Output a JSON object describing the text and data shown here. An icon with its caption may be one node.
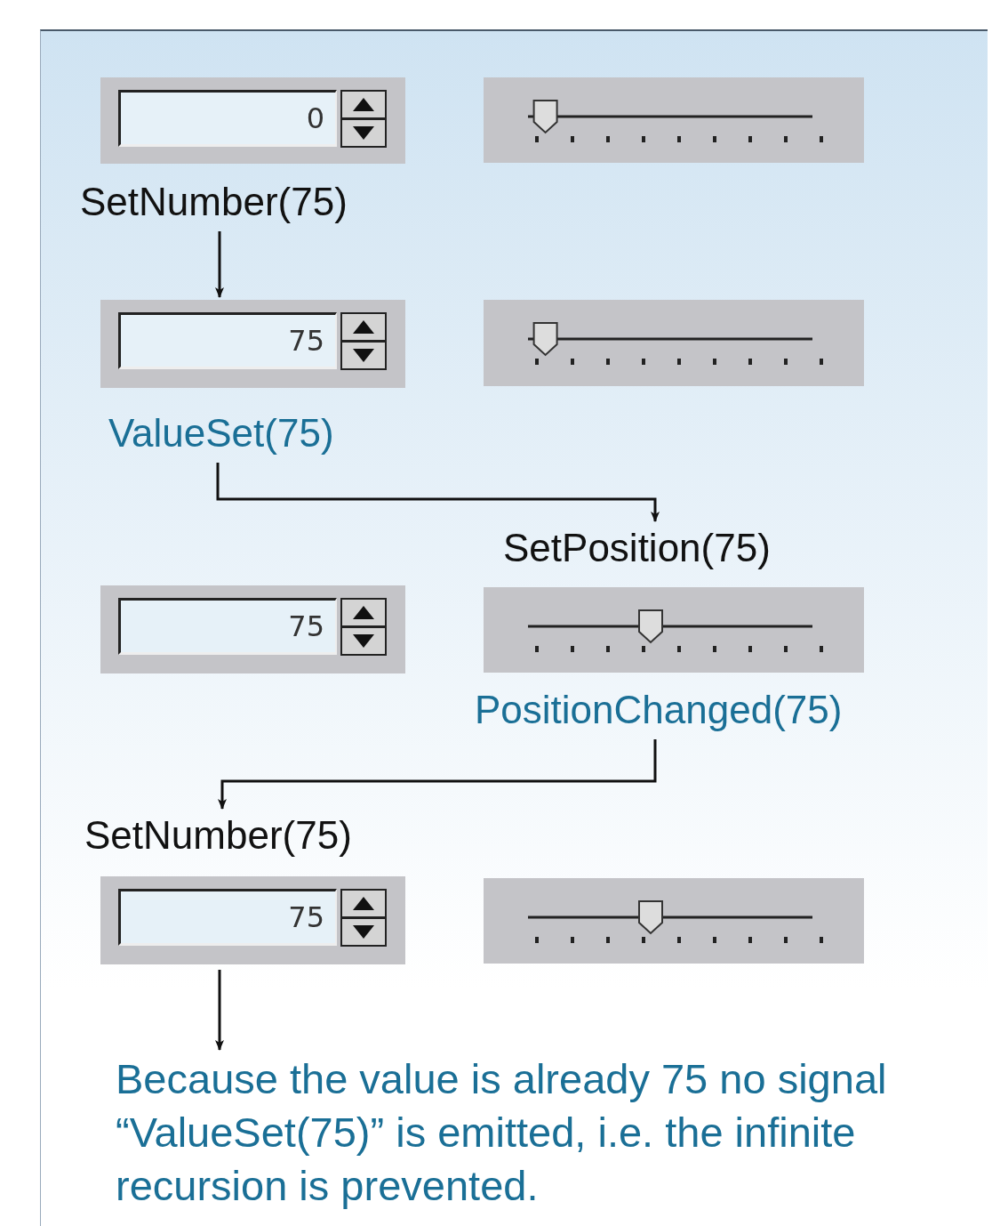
{
  "diagram": {
    "nodes": [
      {
        "text": [
          "0"
        ]
      },
      {
        "text": [],
        "shape": "box"
      },
      {
        "text": [
          "SetNumber(75)"
        ]
      },
      {
        "text": [
          "75"
        ]
      },
      {
        "text": [],
        "shape": "box"
      },
      {
        "text": [
          "ValueSet(75)"
        ]
      },
      {
        "text": [
          "SetPosition(75)"
        ]
      },
      {
        "text": [
          "75"
        ]
      },
      {
        "text": [],
        "shape": "box"
      },
      {
        "text": [
          "PositionChanged(75)"
        ]
      },
      {
        "text": [
          "SetNumber(75)"
        ]
      },
      {
        "text": [
          "75"
        ]
      },
      {
        "text": [],
        "shape": "box"
      },
      {
        "text": [
          "Because the value is already 75 no signal “ValueSet(75)” is emitted, i.e. the infinite recursion is prevented."
        ]
      }
    ],
    "edges": [
      {
        "from": 2,
        "to": 3,
        "arrow": "to"
      },
      {
        "from": 5,
        "to": 6,
        "arrow": "to"
      },
      {
        "from": 9,
        "to": 10,
        "arrow": "to"
      },
      {
        "from": 11,
        "to": 13,
        "arrow": "to"
      }
    ]
  }
}
